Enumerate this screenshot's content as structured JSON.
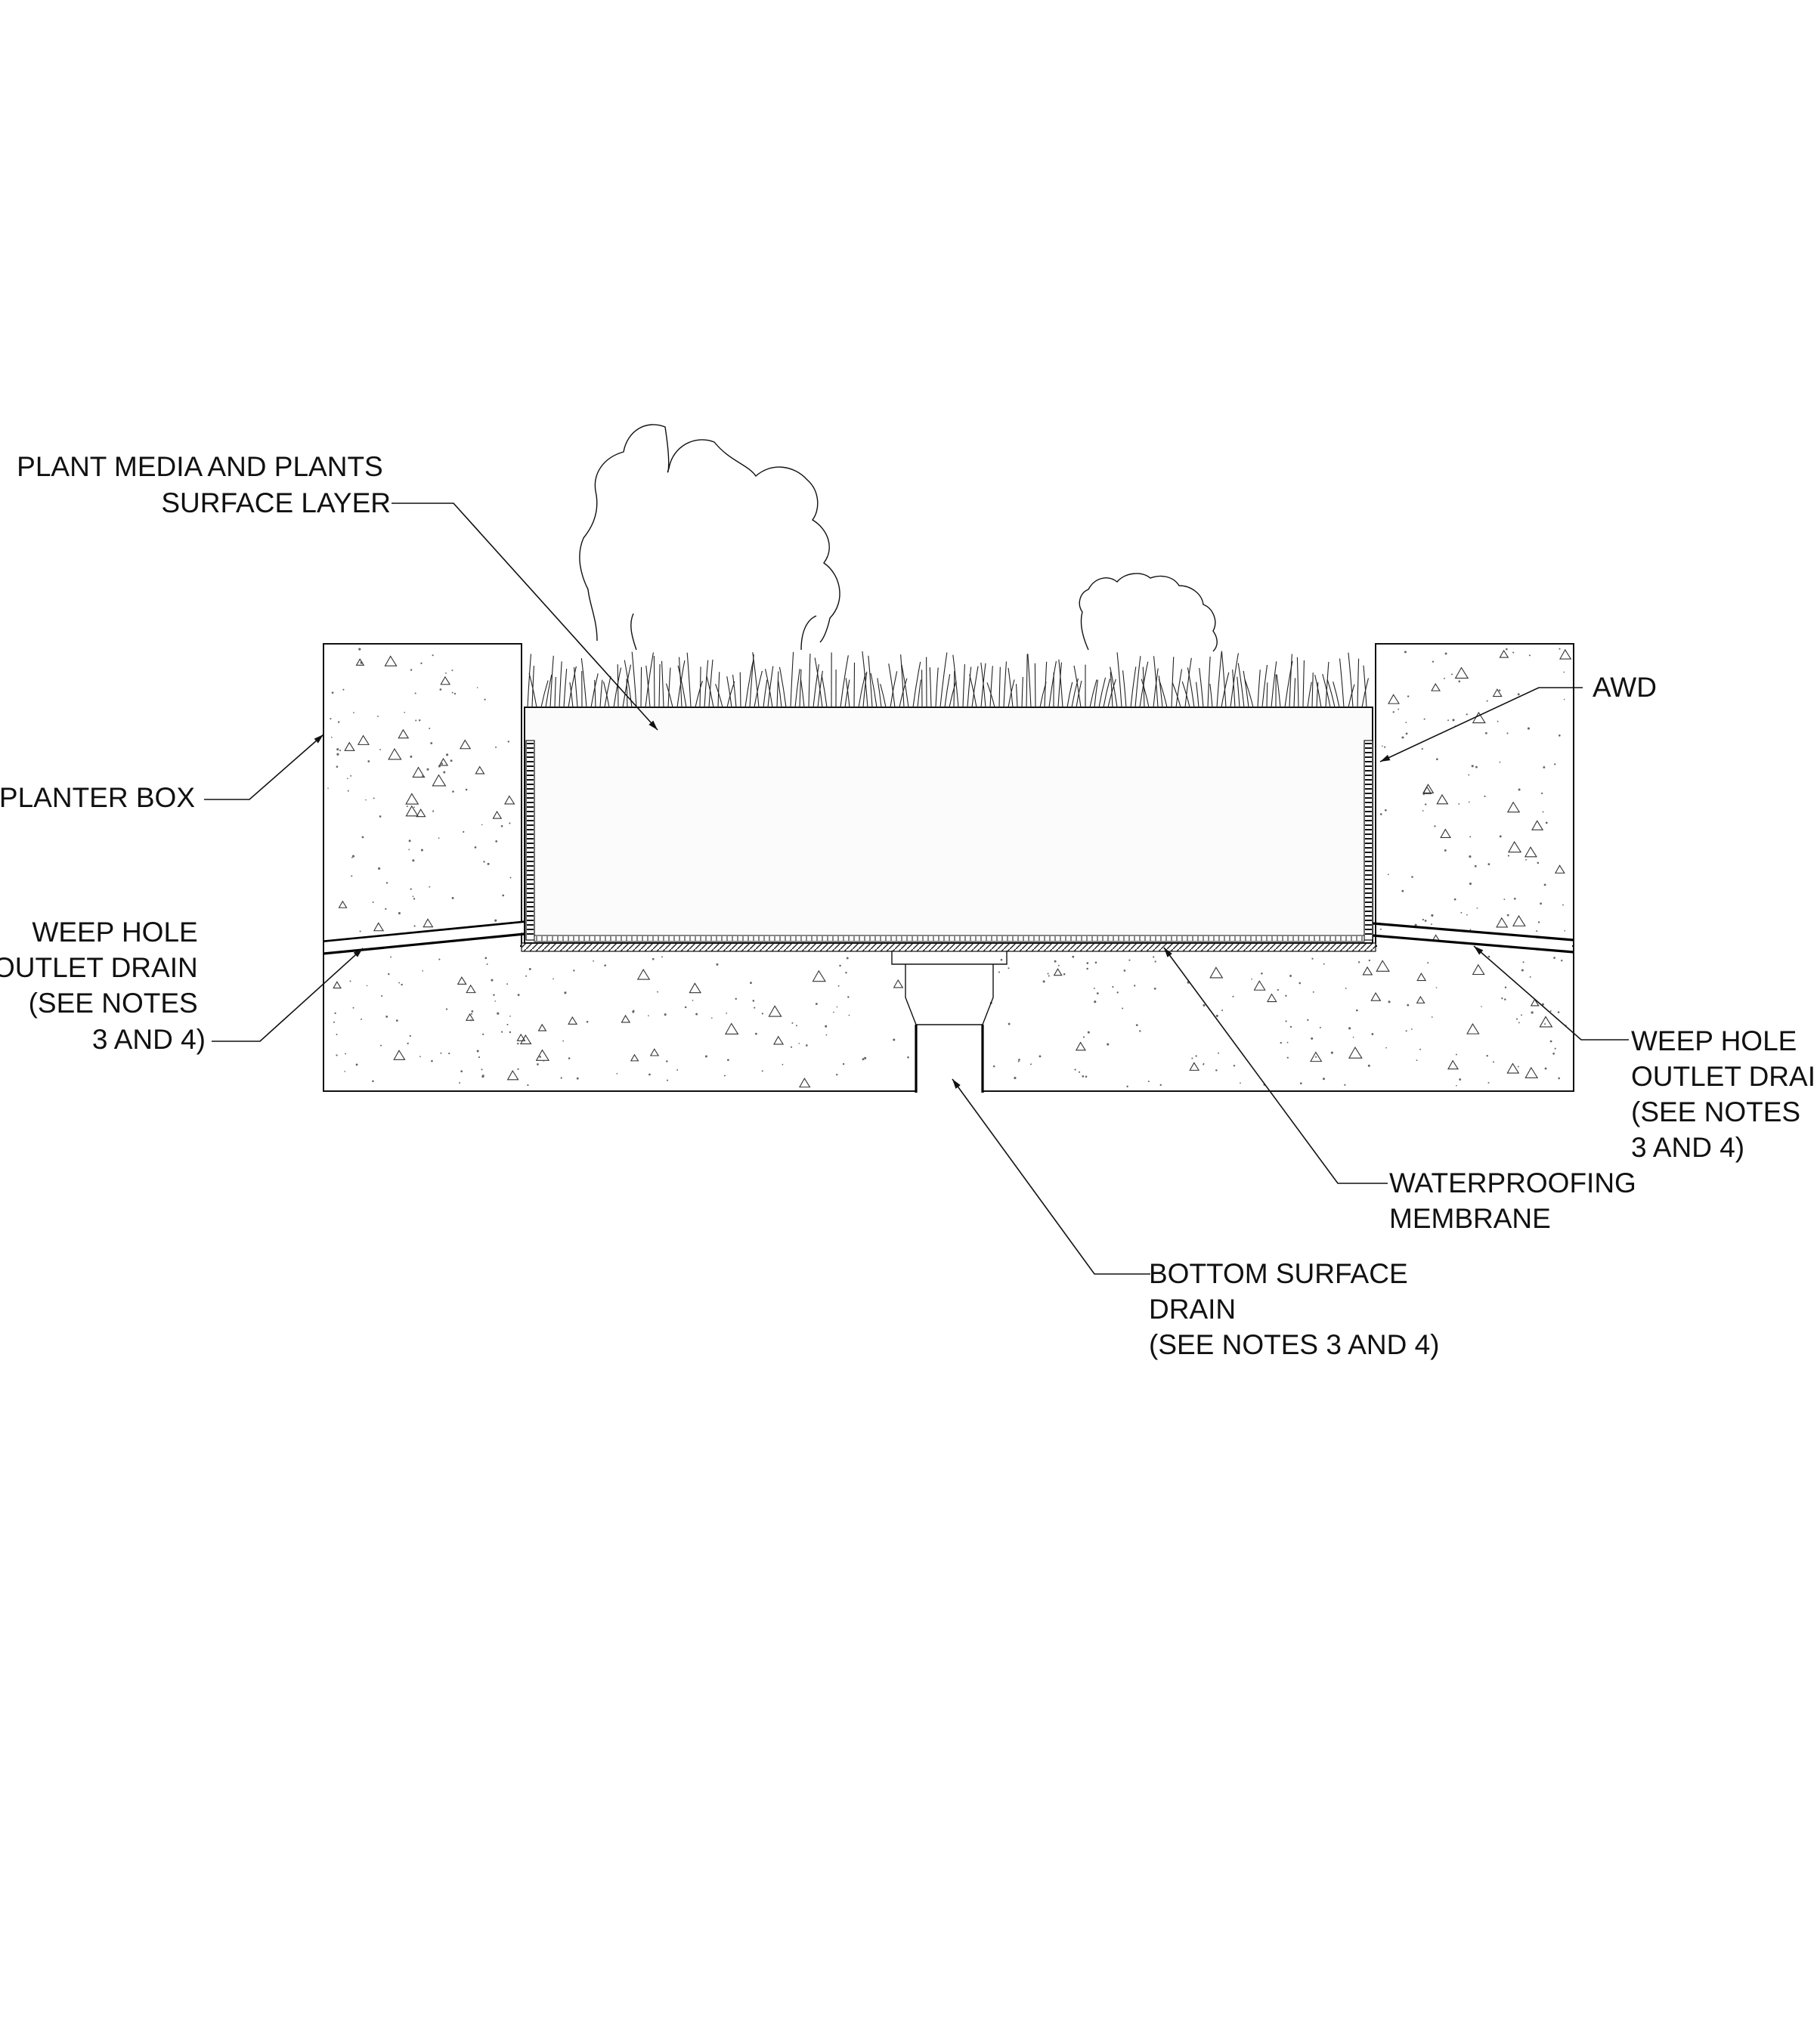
{
  "labels": {
    "plant_media": [
      "PLANT MEDIA AND PLANTS",
      "SURFACE LAYER"
    ],
    "awd": [
      "AWD"
    ],
    "planter_box": [
      "PLANTER BOX"
    ],
    "weep_hole_left": [
      "WEEP HOLE",
      "OUTLET DRAIN",
      "(SEE NOTES",
      "3 AND 4)"
    ],
    "weep_hole_right": [
      "WEEP HOLE",
      "OUTLET DRAIN",
      "(SEE NOTES",
      "3 AND 4)"
    ],
    "waterproofing": [
      "WATERPROOFING",
      "MEMBRANE"
    ],
    "bottom_drain": [
      "BOTTOM SURFACE",
      "DRAIN",
      "(SEE NOTES 3 AND 4)"
    ]
  },
  "colors": {
    "line": "#111111",
    "fill": "#ffffff"
  }
}
